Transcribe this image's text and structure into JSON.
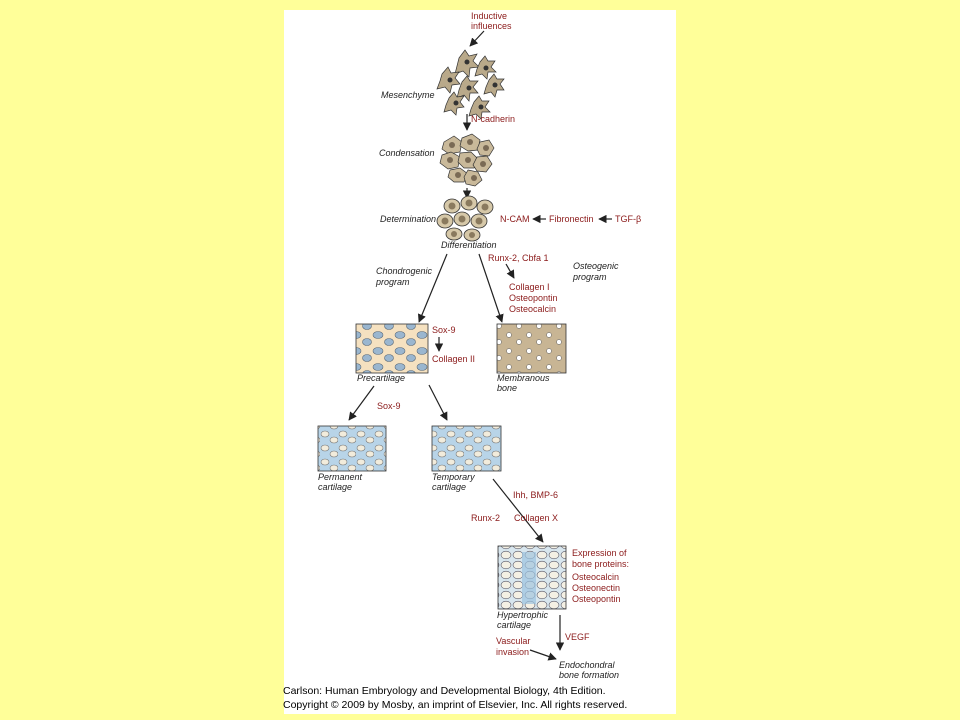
{
  "labels": {
    "inductive_influences": [
      "Inductive",
      "influences"
    ],
    "mesenchyme": "Mesenchyme",
    "n_cadherin": "N-cadherin",
    "condensation": "Condensation",
    "determination": "Determination",
    "n_cam": "N-CAM",
    "fibronectin": "Fibronectin",
    "tgf_beta": "TGF-β",
    "differentiation": "Differentiation",
    "chondrogenic_program": [
      "Chondrogenic",
      "program"
    ],
    "runx2_cbfa1": "Runx-2, Cbfa 1",
    "osteogenic_program": [
      "Osteogenic",
      "program"
    ],
    "bone_matrix_proteins": [
      "Collagen I",
      "Osteopontin",
      "Osteocalcin"
    ],
    "sox9_top": "Sox-9",
    "collagen_ii": "Collagen II",
    "precartilage": "Precartilage",
    "membranous_bone": [
      "Membranous",
      "bone"
    ],
    "sox9_lower": "Sox-9",
    "permanent_cartilage": [
      "Permanent",
      "cartilage"
    ],
    "temporary_cartilage": [
      "Temporary",
      "cartilage"
    ],
    "ihh_bmp6": "Ihh, BMP-6",
    "runx2": "Runx-2",
    "collagen_x": "Collagen X",
    "expression_heading": [
      "Expression of",
      "bone proteins:"
    ],
    "expression_proteins": [
      "Osteocalcin",
      "Osteonectin",
      "Osteopontin"
    ],
    "hypertrophic_cartilage": [
      "Hypertrophic",
      "cartilage"
    ],
    "vegf": "VEGF",
    "vascular_invasion": [
      "Vascular",
      "invasion"
    ],
    "endochondral_bone": [
      "Endochondral",
      "bone formation"
    ]
  },
  "caption": {
    "line1": "Carlson: Human Embryology and Developmental Biology, 4th Edition.",
    "line2": "Copyright © 2009 by Mosby, an imprint of Elsevier, Inc. All rights reserved."
  },
  "colors": {
    "slide_background": "#ffff99",
    "label_red": "#8b1a1a",
    "precartilage_fill": "#f5e1c0",
    "cartilage_fill": "#b8d4e8",
    "bone_fill": "#c8b594",
    "cell_fill": "#c9b99a"
  }
}
